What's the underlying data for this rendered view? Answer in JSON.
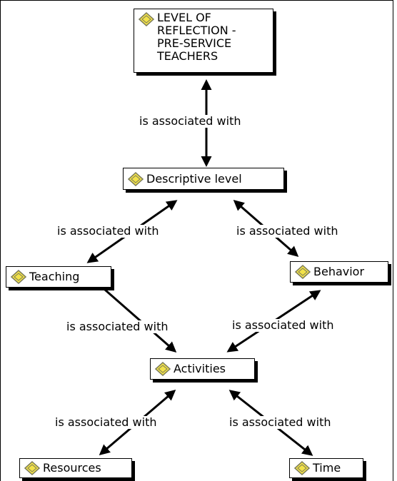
{
  "diagram": {
    "nodes": {
      "root": {
        "label": "LEVEL OF\nREFLECTION -\nPRE-SERVICE\nTEACHERS",
        "icon": "concept-icon"
      },
      "descriptive": {
        "label": "Descriptive level",
        "icon": "concept-icon"
      },
      "teaching": {
        "label": "Teaching",
        "icon": "concept-icon"
      },
      "behavior": {
        "label": "Behavior",
        "icon": "concept-icon"
      },
      "activities": {
        "label": "Activities",
        "icon": "concept-icon"
      },
      "resources": {
        "label": "Resources",
        "icon": "concept-icon"
      },
      "time": {
        "label": "Time",
        "icon": "concept-icon"
      }
    },
    "edges": [
      {
        "from": "root",
        "to": "descriptive",
        "label": "is associated with"
      },
      {
        "from": "descriptive",
        "to": "teaching",
        "label": "is associated with"
      },
      {
        "from": "descriptive",
        "to": "behavior",
        "label": "is associated with"
      },
      {
        "from": "teaching",
        "to": "activities",
        "label": "is associated with"
      },
      {
        "from": "behavior",
        "to": "activities",
        "label": "is associated with"
      },
      {
        "from": "activities",
        "to": "resources",
        "label": "is associated with"
      },
      {
        "from": "activities",
        "to": "time",
        "label": "is associated with"
      }
    ],
    "colors": {
      "icon_fill": "#f2e24a",
      "icon_stroke": "#7a7a5a",
      "line": "#000000",
      "background": "#ffffff"
    }
  }
}
